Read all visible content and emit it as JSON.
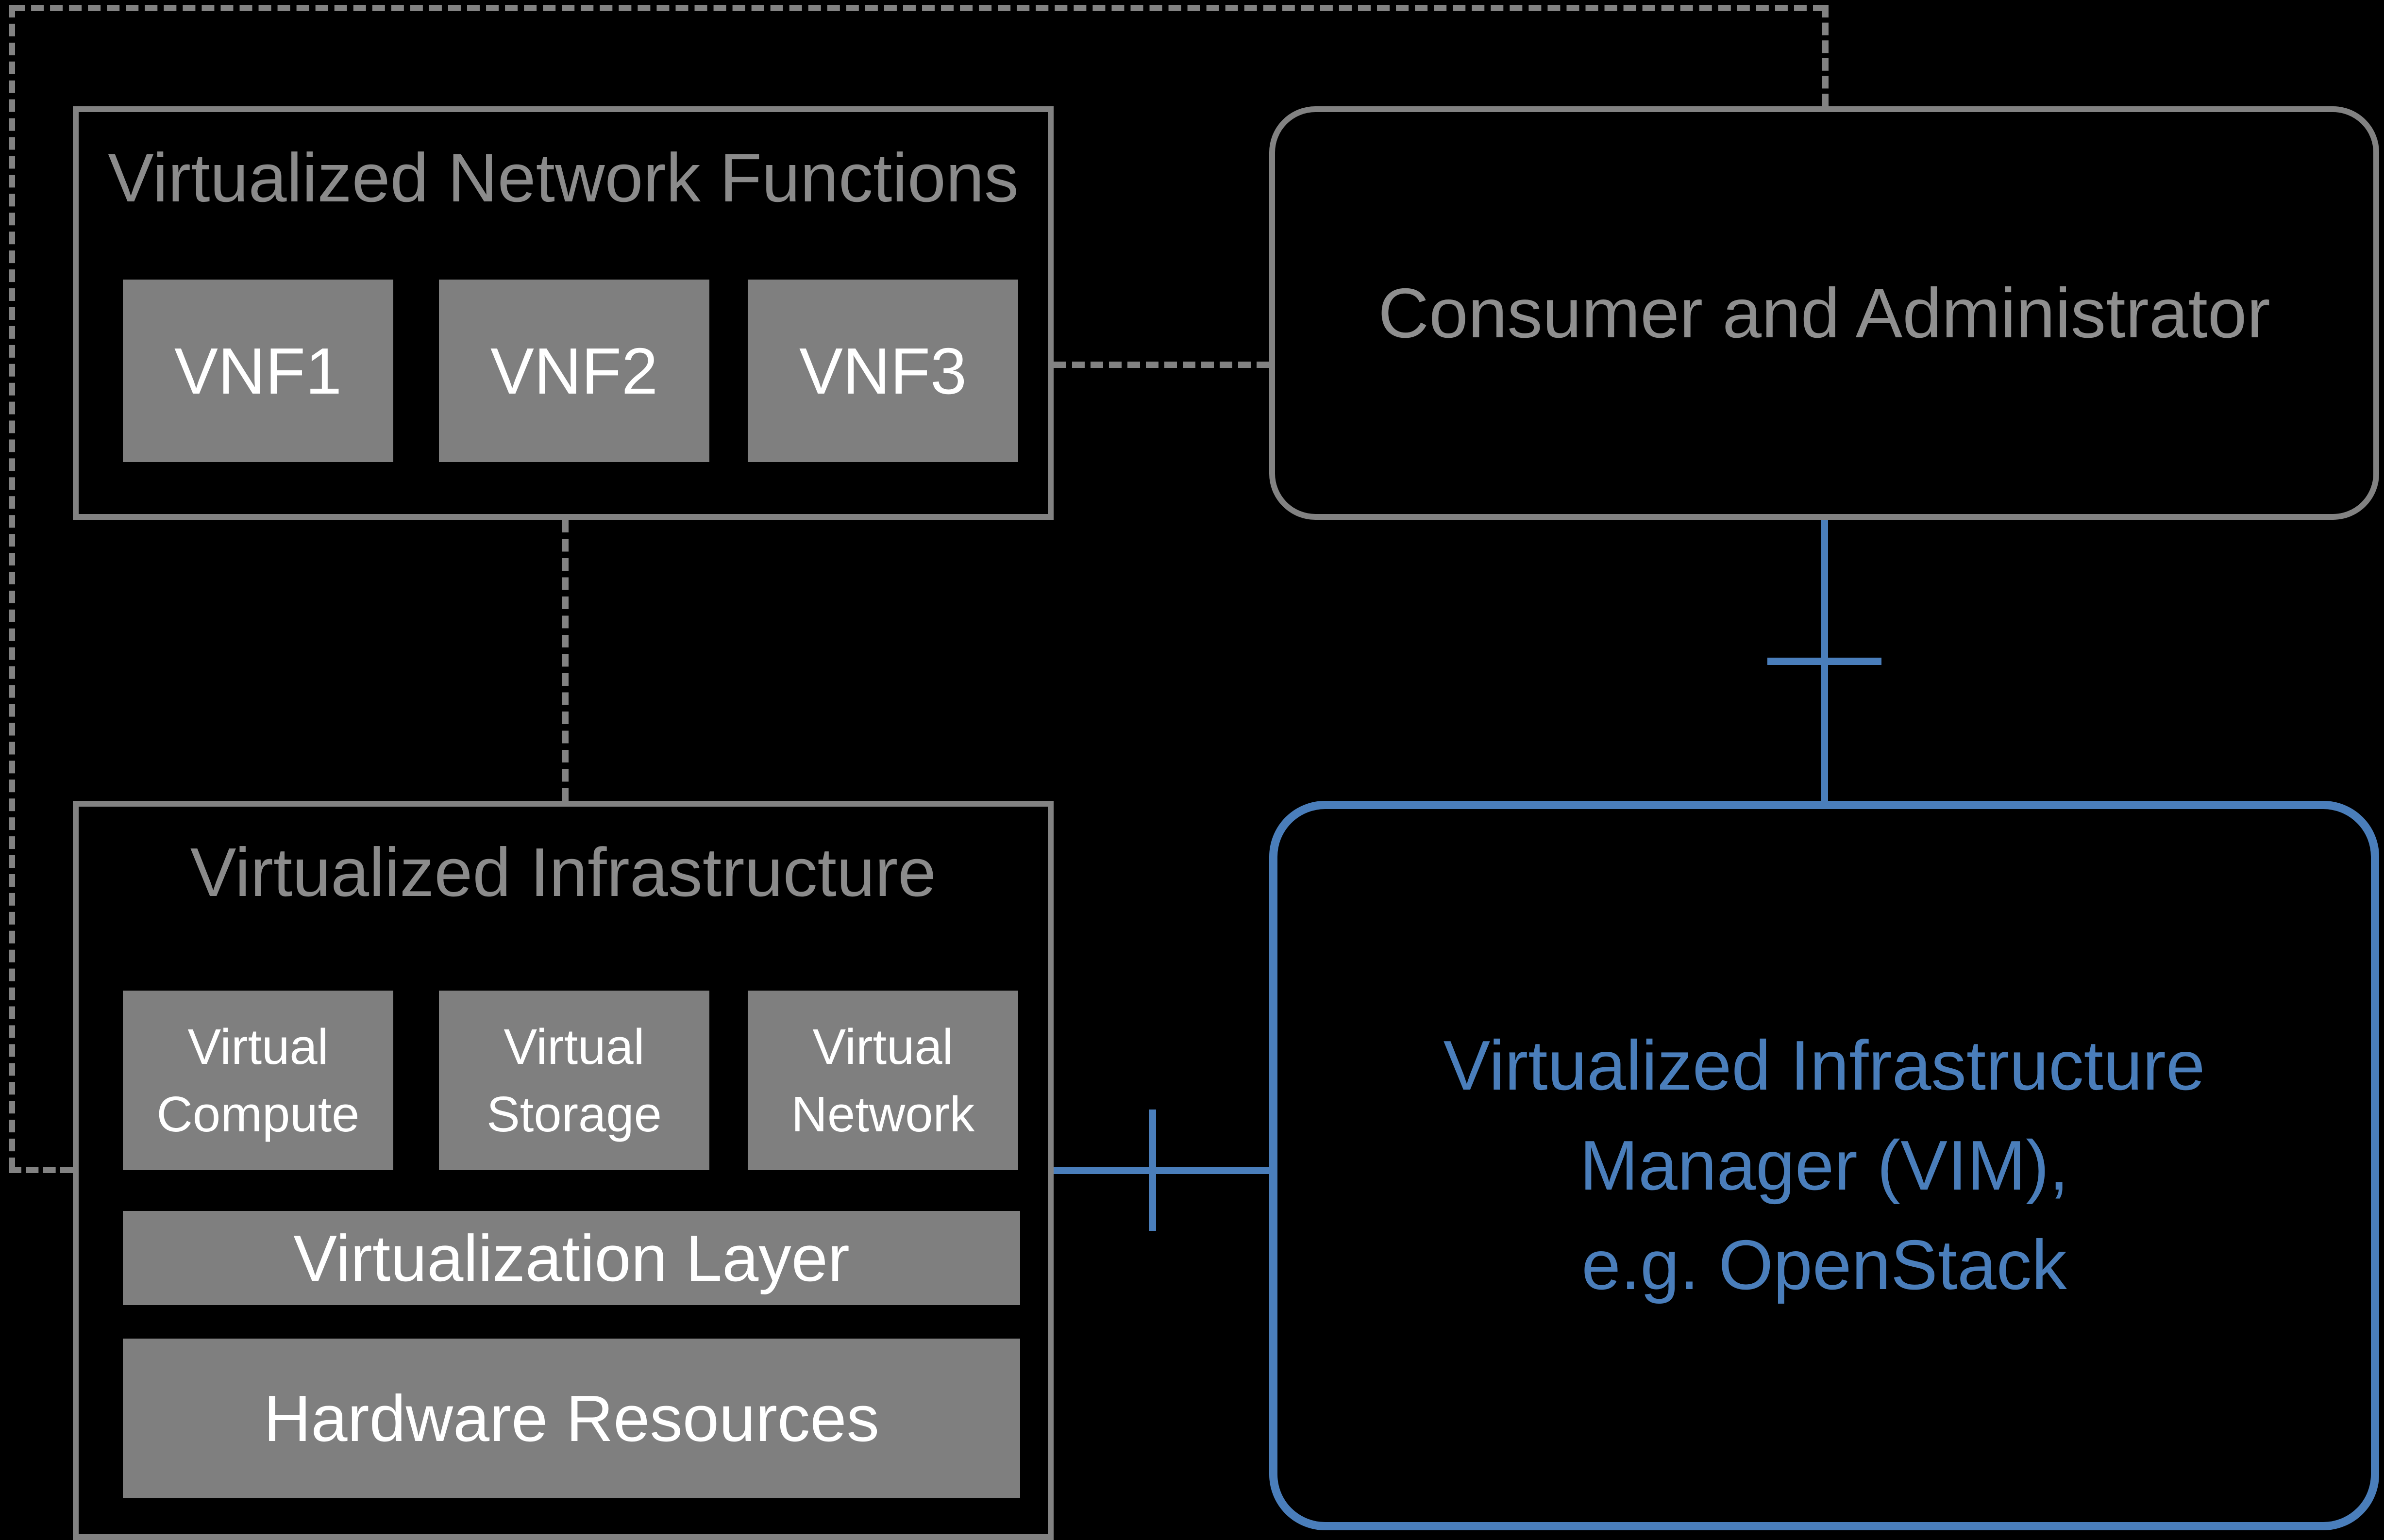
{
  "diagram": {
    "vnf_panel": {
      "title": "Virtualized Network Functions",
      "items": [
        "VNF1",
        "VNF2",
        "VNF3"
      ]
    },
    "consumer_box": {
      "label": "Consumer and Administrator"
    },
    "vi_panel": {
      "title": "Virtualized Infrastructure",
      "items": [
        "Virtual Compute",
        "Virtual Storage",
        "Virtual Network"
      ],
      "virtualization_layer": "Virtualization Layer",
      "hardware_resources": "Hardware Resources"
    },
    "vim_box": {
      "lines": [
        "Virtualized Infrastructure",
        "Manager (VIM),",
        "e.g. OpenStack"
      ]
    },
    "colors": {
      "background": "#000000",
      "gray_border": "#828282",
      "gray_fill": "#7f7f7f",
      "gray_text": "#8b8b8b",
      "text_on_fill": "#ffffff",
      "blue_accent": "#4a7ebb"
    }
  }
}
